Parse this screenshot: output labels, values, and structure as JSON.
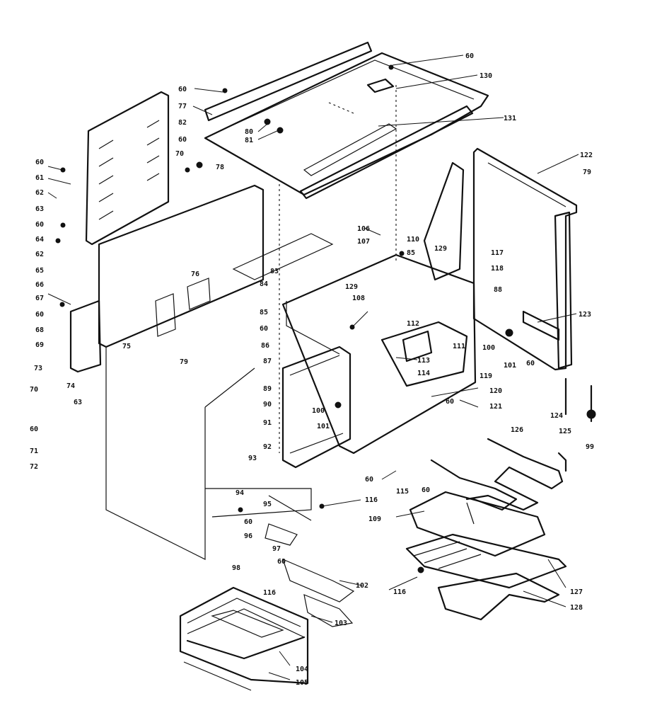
{
  "diagram": {
    "type": "exploded-parts-view",
    "callouts": [
      {
        "id": "c-60-top",
        "text": "60"
      },
      {
        "id": "c-130",
        "text": "130"
      },
      {
        "id": "c-60-a",
        "text": "60"
      },
      {
        "id": "c-77",
        "text": "77"
      },
      {
        "id": "c-131",
        "text": "131"
      },
      {
        "id": "c-82",
        "text": "82"
      },
      {
        "id": "c-80",
        "text": "80"
      },
      {
        "id": "c-81",
        "text": "81"
      },
      {
        "id": "c-60-b",
        "text": "60"
      },
      {
        "id": "c-70-a",
        "text": "70"
      },
      {
        "id": "c-78",
        "text": "78"
      },
      {
        "id": "c-122",
        "text": "122"
      },
      {
        "id": "c-79-a",
        "text": "79"
      },
      {
        "id": "c-60-l1",
        "text": "60"
      },
      {
        "id": "c-61",
        "text": "61"
      },
      {
        "id": "c-62-a",
        "text": "62"
      },
      {
        "id": "c-63-a",
        "text": "63"
      },
      {
        "id": "c-60-l2",
        "text": "60"
      },
      {
        "id": "c-64",
        "text": "64"
      },
      {
        "id": "c-62-b",
        "text": "62"
      },
      {
        "id": "c-65",
        "text": "65"
      },
      {
        "id": "c-66",
        "text": "66"
      },
      {
        "id": "c-67",
        "text": "67"
      },
      {
        "id": "c-60-l3",
        "text": "60"
      },
      {
        "id": "c-68",
        "text": "68"
      },
      {
        "id": "c-69",
        "text": "69"
      },
      {
        "id": "c-106",
        "text": "106"
      },
      {
        "id": "c-107",
        "text": "107"
      },
      {
        "id": "c-110",
        "text": "110"
      },
      {
        "id": "c-85-a",
        "text": "85"
      },
      {
        "id": "c-129-a",
        "text": "129"
      },
      {
        "id": "c-117",
        "text": "117"
      },
      {
        "id": "c-118",
        "text": "118"
      },
      {
        "id": "c-88",
        "text": "88"
      },
      {
        "id": "c-83",
        "text": "83"
      },
      {
        "id": "c-84",
        "text": "84"
      },
      {
        "id": "c-76",
        "text": "76"
      },
      {
        "id": "c-85-b",
        "text": "85"
      },
      {
        "id": "c-60-c",
        "text": "60"
      },
      {
        "id": "c-129-b",
        "text": "129"
      },
      {
        "id": "c-108",
        "text": "108"
      },
      {
        "id": "c-123",
        "text": "123"
      },
      {
        "id": "c-75",
        "text": "75"
      },
      {
        "id": "c-86",
        "text": "86"
      },
      {
        "id": "c-112",
        "text": "112"
      },
      {
        "id": "c-111",
        "text": "111"
      },
      {
        "id": "c-100-a",
        "text": "100"
      },
      {
        "id": "c-101-a",
        "text": "101"
      },
      {
        "id": "c-60-d",
        "text": "60"
      },
      {
        "id": "c-113",
        "text": "113"
      },
      {
        "id": "c-114",
        "text": "114"
      },
      {
        "id": "c-79-b",
        "text": "79"
      },
      {
        "id": "c-87",
        "text": "87"
      },
      {
        "id": "c-119",
        "text": "119"
      },
      {
        "id": "c-89",
        "text": "89"
      },
      {
        "id": "c-120",
        "text": "120"
      },
      {
        "id": "c-90",
        "text": "90"
      },
      {
        "id": "c-60-e",
        "text": "60"
      },
      {
        "id": "c-121",
        "text": "121"
      },
      {
        "id": "c-100-b",
        "text": "100"
      },
      {
        "id": "c-101-b",
        "text": "101"
      },
      {
        "id": "c-91",
        "text": "91"
      },
      {
        "id": "c-124",
        "text": "124"
      },
      {
        "id": "c-99",
        "text": "99"
      },
      {
        "id": "c-73",
        "text": "73"
      },
      {
        "id": "c-74",
        "text": "74"
      },
      {
        "id": "c-70-b",
        "text": "70"
      },
      {
        "id": "c-63-b",
        "text": "63"
      },
      {
        "id": "c-60-l4",
        "text": "60"
      },
      {
        "id": "c-71",
        "text": "71"
      },
      {
        "id": "c-72",
        "text": "72"
      },
      {
        "id": "c-92",
        "text": "92"
      },
      {
        "id": "c-93",
        "text": "93"
      },
      {
        "id": "c-126",
        "text": "126"
      },
      {
        "id": "c-125",
        "text": "125"
      },
      {
        "id": "c-60-f",
        "text": "60"
      },
      {
        "id": "c-94",
        "text": "94"
      },
      {
        "id": "c-95",
        "text": "95"
      },
      {
        "id": "c-116-a",
        "text": "116"
      },
      {
        "id": "c-115",
        "text": "115"
      },
      {
        "id": "c-60-g",
        "text": "60"
      },
      {
        "id": "c-109",
        "text": "109"
      },
      {
        "id": "c-60-h",
        "text": "60"
      },
      {
        "id": "c-96",
        "text": "96"
      },
      {
        "id": "c-97",
        "text": "97"
      },
      {
        "id": "c-60-i",
        "text": "60"
      },
      {
        "id": "c-98",
        "text": "98"
      },
      {
        "id": "c-102",
        "text": "102"
      },
      {
        "id": "c-116-b",
        "text": "116"
      },
      {
        "id": "c-116-c",
        "text": "116"
      },
      {
        "id": "c-127",
        "text": "127"
      },
      {
        "id": "c-128",
        "text": "128"
      },
      {
        "id": "c-103",
        "text": "103"
      },
      {
        "id": "c-104",
        "text": "104"
      },
      {
        "id": "c-105",
        "text": "105"
      }
    ]
  }
}
